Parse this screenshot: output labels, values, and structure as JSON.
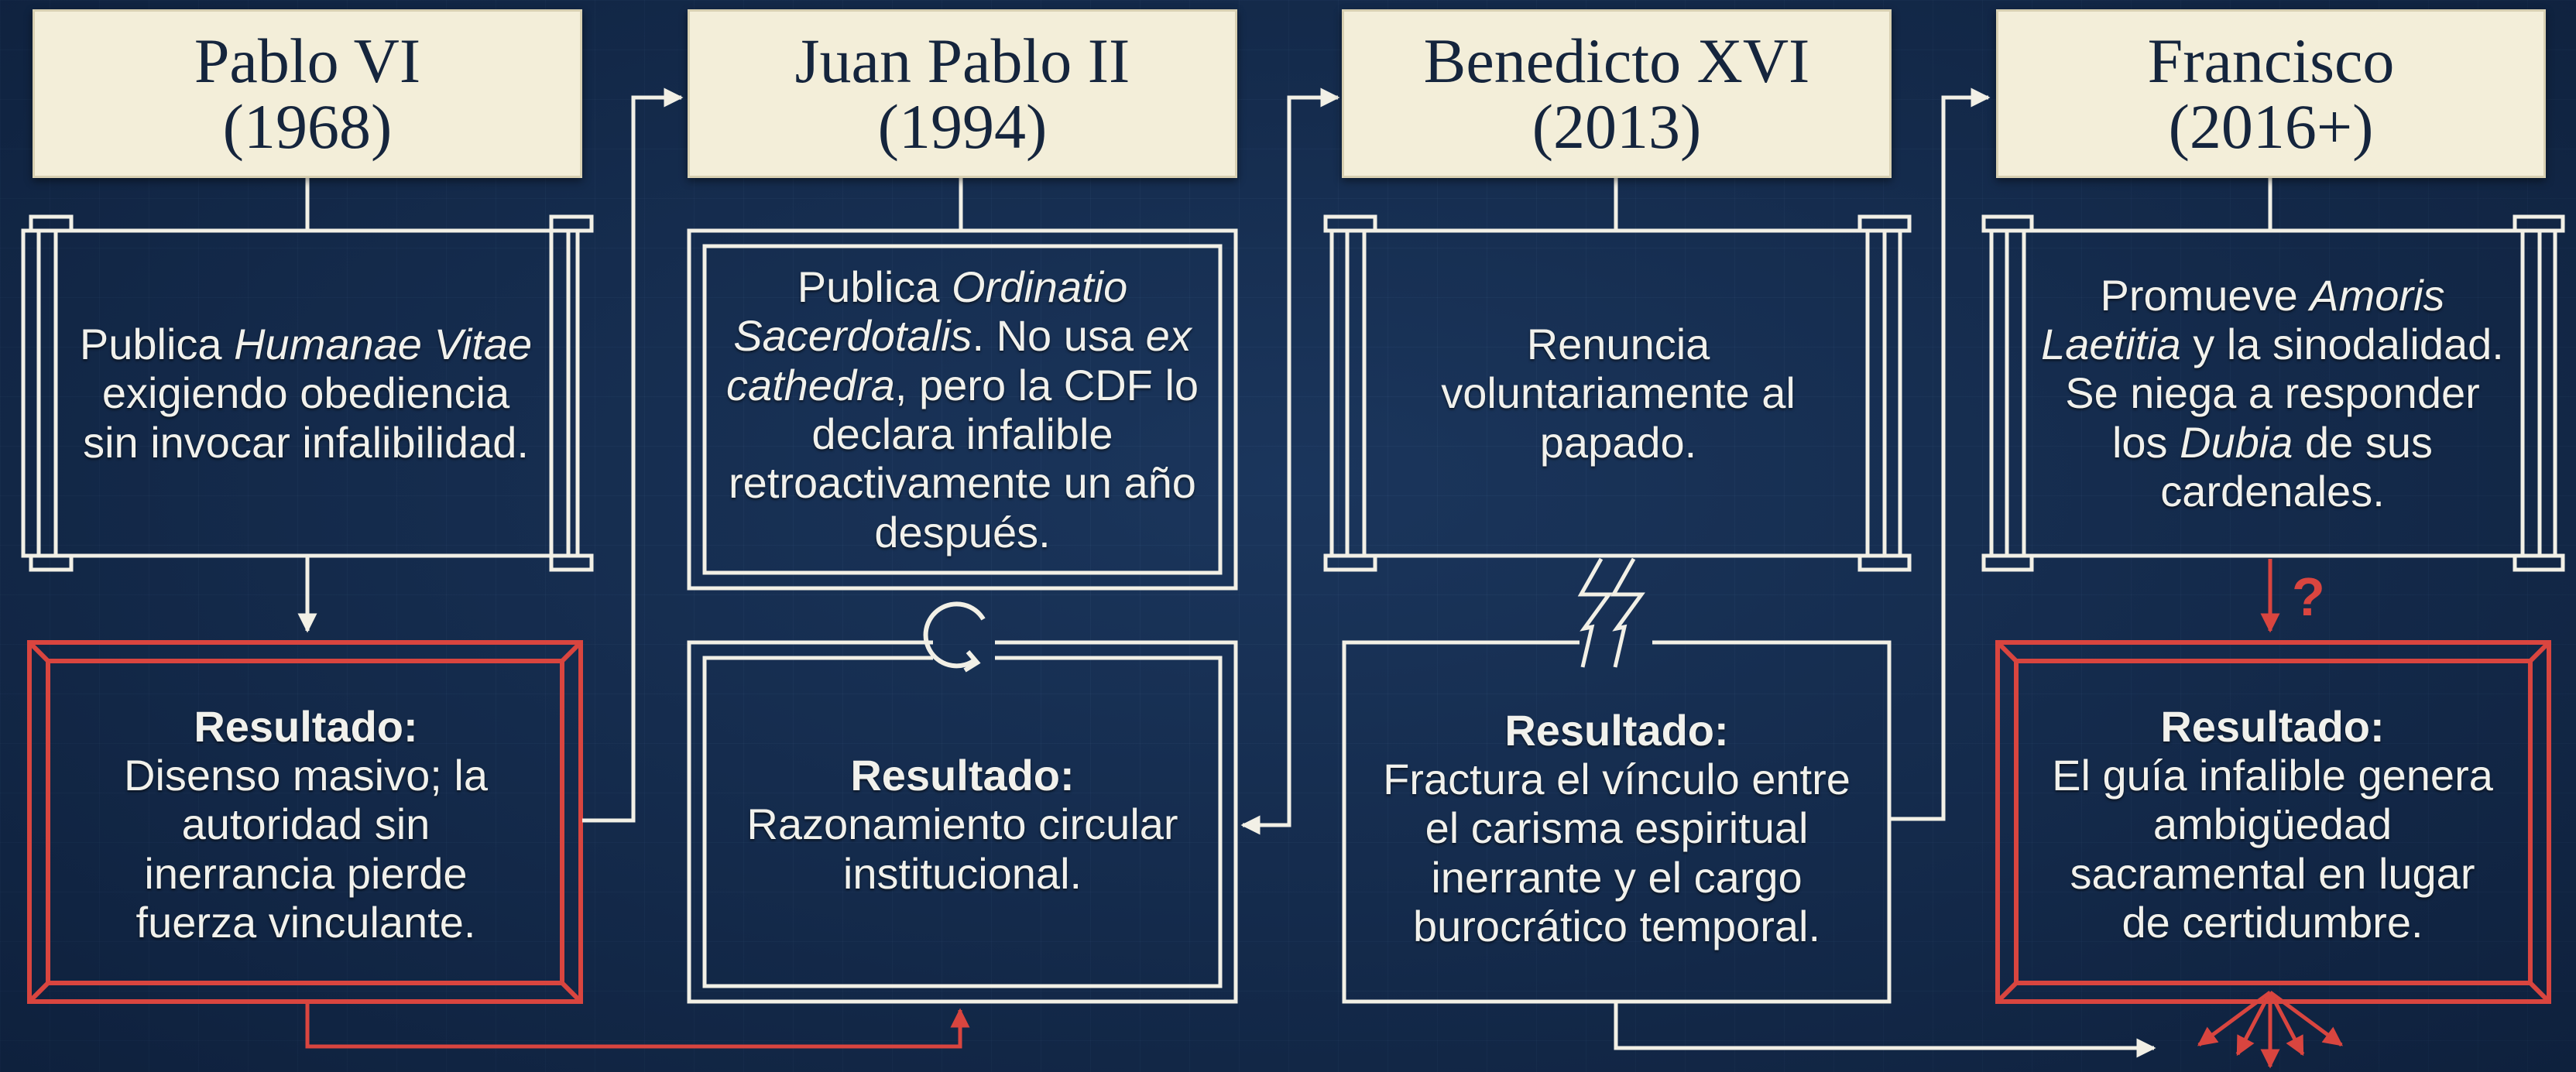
{
  "columns": [
    {
      "name_line1": "Pablo VI",
      "year": "(1968)",
      "action_parts": [
        "Publica ",
        "Humanae Vitae",
        " exigiendo obediencia sin invocar infalibilidad."
      ],
      "result_title": "Resultado:",
      "result_body": "Disenso masivo; la autoridad sin inerrancia pierde fuerza vinculante."
    },
    {
      "name_line1": "Juan Pablo II",
      "year": "(1994)",
      "action_parts": [
        "Publica ",
        "Ordinatio Sacerdotalis",
        ". No usa ",
        "ex cathedra",
        ", pero la CDF lo declara infalible retroactivamente un año después."
      ],
      "result_title": "Resultado:",
      "result_body": "Razonamiento circular institucional."
    },
    {
      "name_line1": "Benedicto XVI",
      "year": "(2013)",
      "action_parts": [
        "Renuncia voluntariamente al papado."
      ],
      "result_title": "Resultado:",
      "result_body": "Fractura el vínculo entre el carisma espiritual inerrante y el cargo burocrático temporal."
    },
    {
      "name_line1": "Francisco",
      "year": "(2016+)",
      "action_parts": [
        "Promueve ",
        "Amoris Laetitia",
        " y la sinodalidad. Se niega a responder los ",
        "Dubia",
        " de sus cardenales."
      ],
      "result_title": "Resultado:",
      "result_body": "El guía infalible genera ambigüedad sacramental en lugar de certidumbre."
    }
  ],
  "question_mark": "?",
  "icons": {
    "cycle": "cycle-arrow-icon",
    "fracture": "lightning-fracture-icon",
    "burst": "burst-arrows-icon"
  },
  "colors": {
    "background": "#163056",
    "header_bg": "#f3eed9",
    "header_text": "#15253d",
    "line": "#f2f0e6",
    "alert": "#d9453f"
  }
}
